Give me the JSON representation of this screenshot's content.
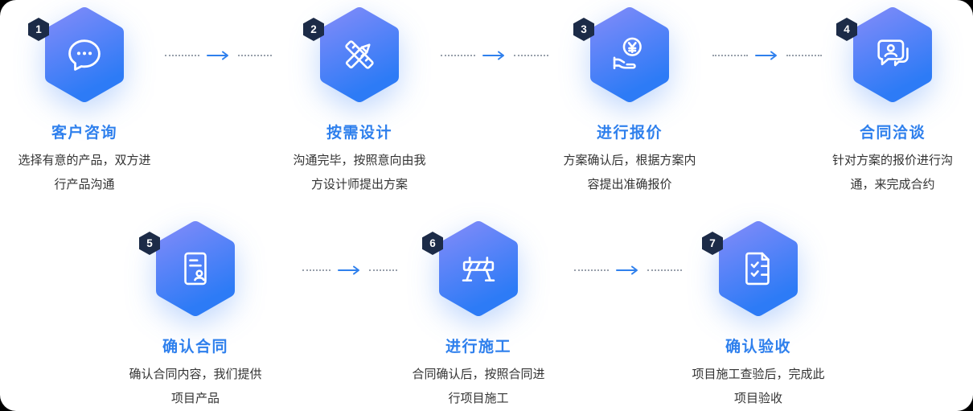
{
  "diagram": {
    "type": "process-flow",
    "panel_background": "#ffffff",
    "outer_background": "#000000"
  },
  "colors": {
    "accent": "#2F80ED",
    "title_text": "#2F80ED",
    "description_text": "#333333",
    "hexagon_gradient_top": "#7D8AF9",
    "hexagon_gradient_bottom": "#2D7BF6",
    "number_badge_background": "#1C2B47",
    "number_badge_text": "#FFFFFF",
    "connector_dots": "#98A0AB",
    "icon_stroke": "#FFFFFF"
  },
  "connector": {
    "line_style": "dotted",
    "arrow_icon": "arrow-right-icon",
    "arrow_color": "#2F80ED"
  },
  "steps": [
    {
      "number": "1",
      "title": "客户咨询",
      "desc1": "选择有意的产品，双方进",
      "desc2": "行产品沟通",
      "icon": "chat-bubble-icon"
    },
    {
      "number": "2",
      "title": "按需设计",
      "desc1": "沟通完毕，按照意向由我",
      "desc2": "方设计师提出方案",
      "icon": "pencil-ruler-icon"
    },
    {
      "number": "3",
      "title": "进行报价",
      "desc1": "方案确认后，根据方案内",
      "desc2": "容提出准确报价",
      "icon": "coin-hand-icon"
    },
    {
      "number": "4",
      "title": "合同洽谈",
      "desc1": "针对方案的报价进行沟",
      "desc2": "通，来完成合约",
      "icon": "person-bubble-icon"
    },
    {
      "number": "5",
      "title": "确认合同",
      "desc1": "确认合同内容，我们提供",
      "desc2": "项目产品",
      "icon": "contract-document-icon"
    },
    {
      "number": "6",
      "title": "进行施工",
      "desc1": "合同确认后，按照合同进",
      "desc2": "行项目施工",
      "icon": "construction-barrier-icon"
    },
    {
      "number": "7",
      "title": "确认验收",
      "desc1": "项目施工查验后，完成此",
      "desc2": "项目验收",
      "icon": "checklist-document-icon"
    }
  ]
}
